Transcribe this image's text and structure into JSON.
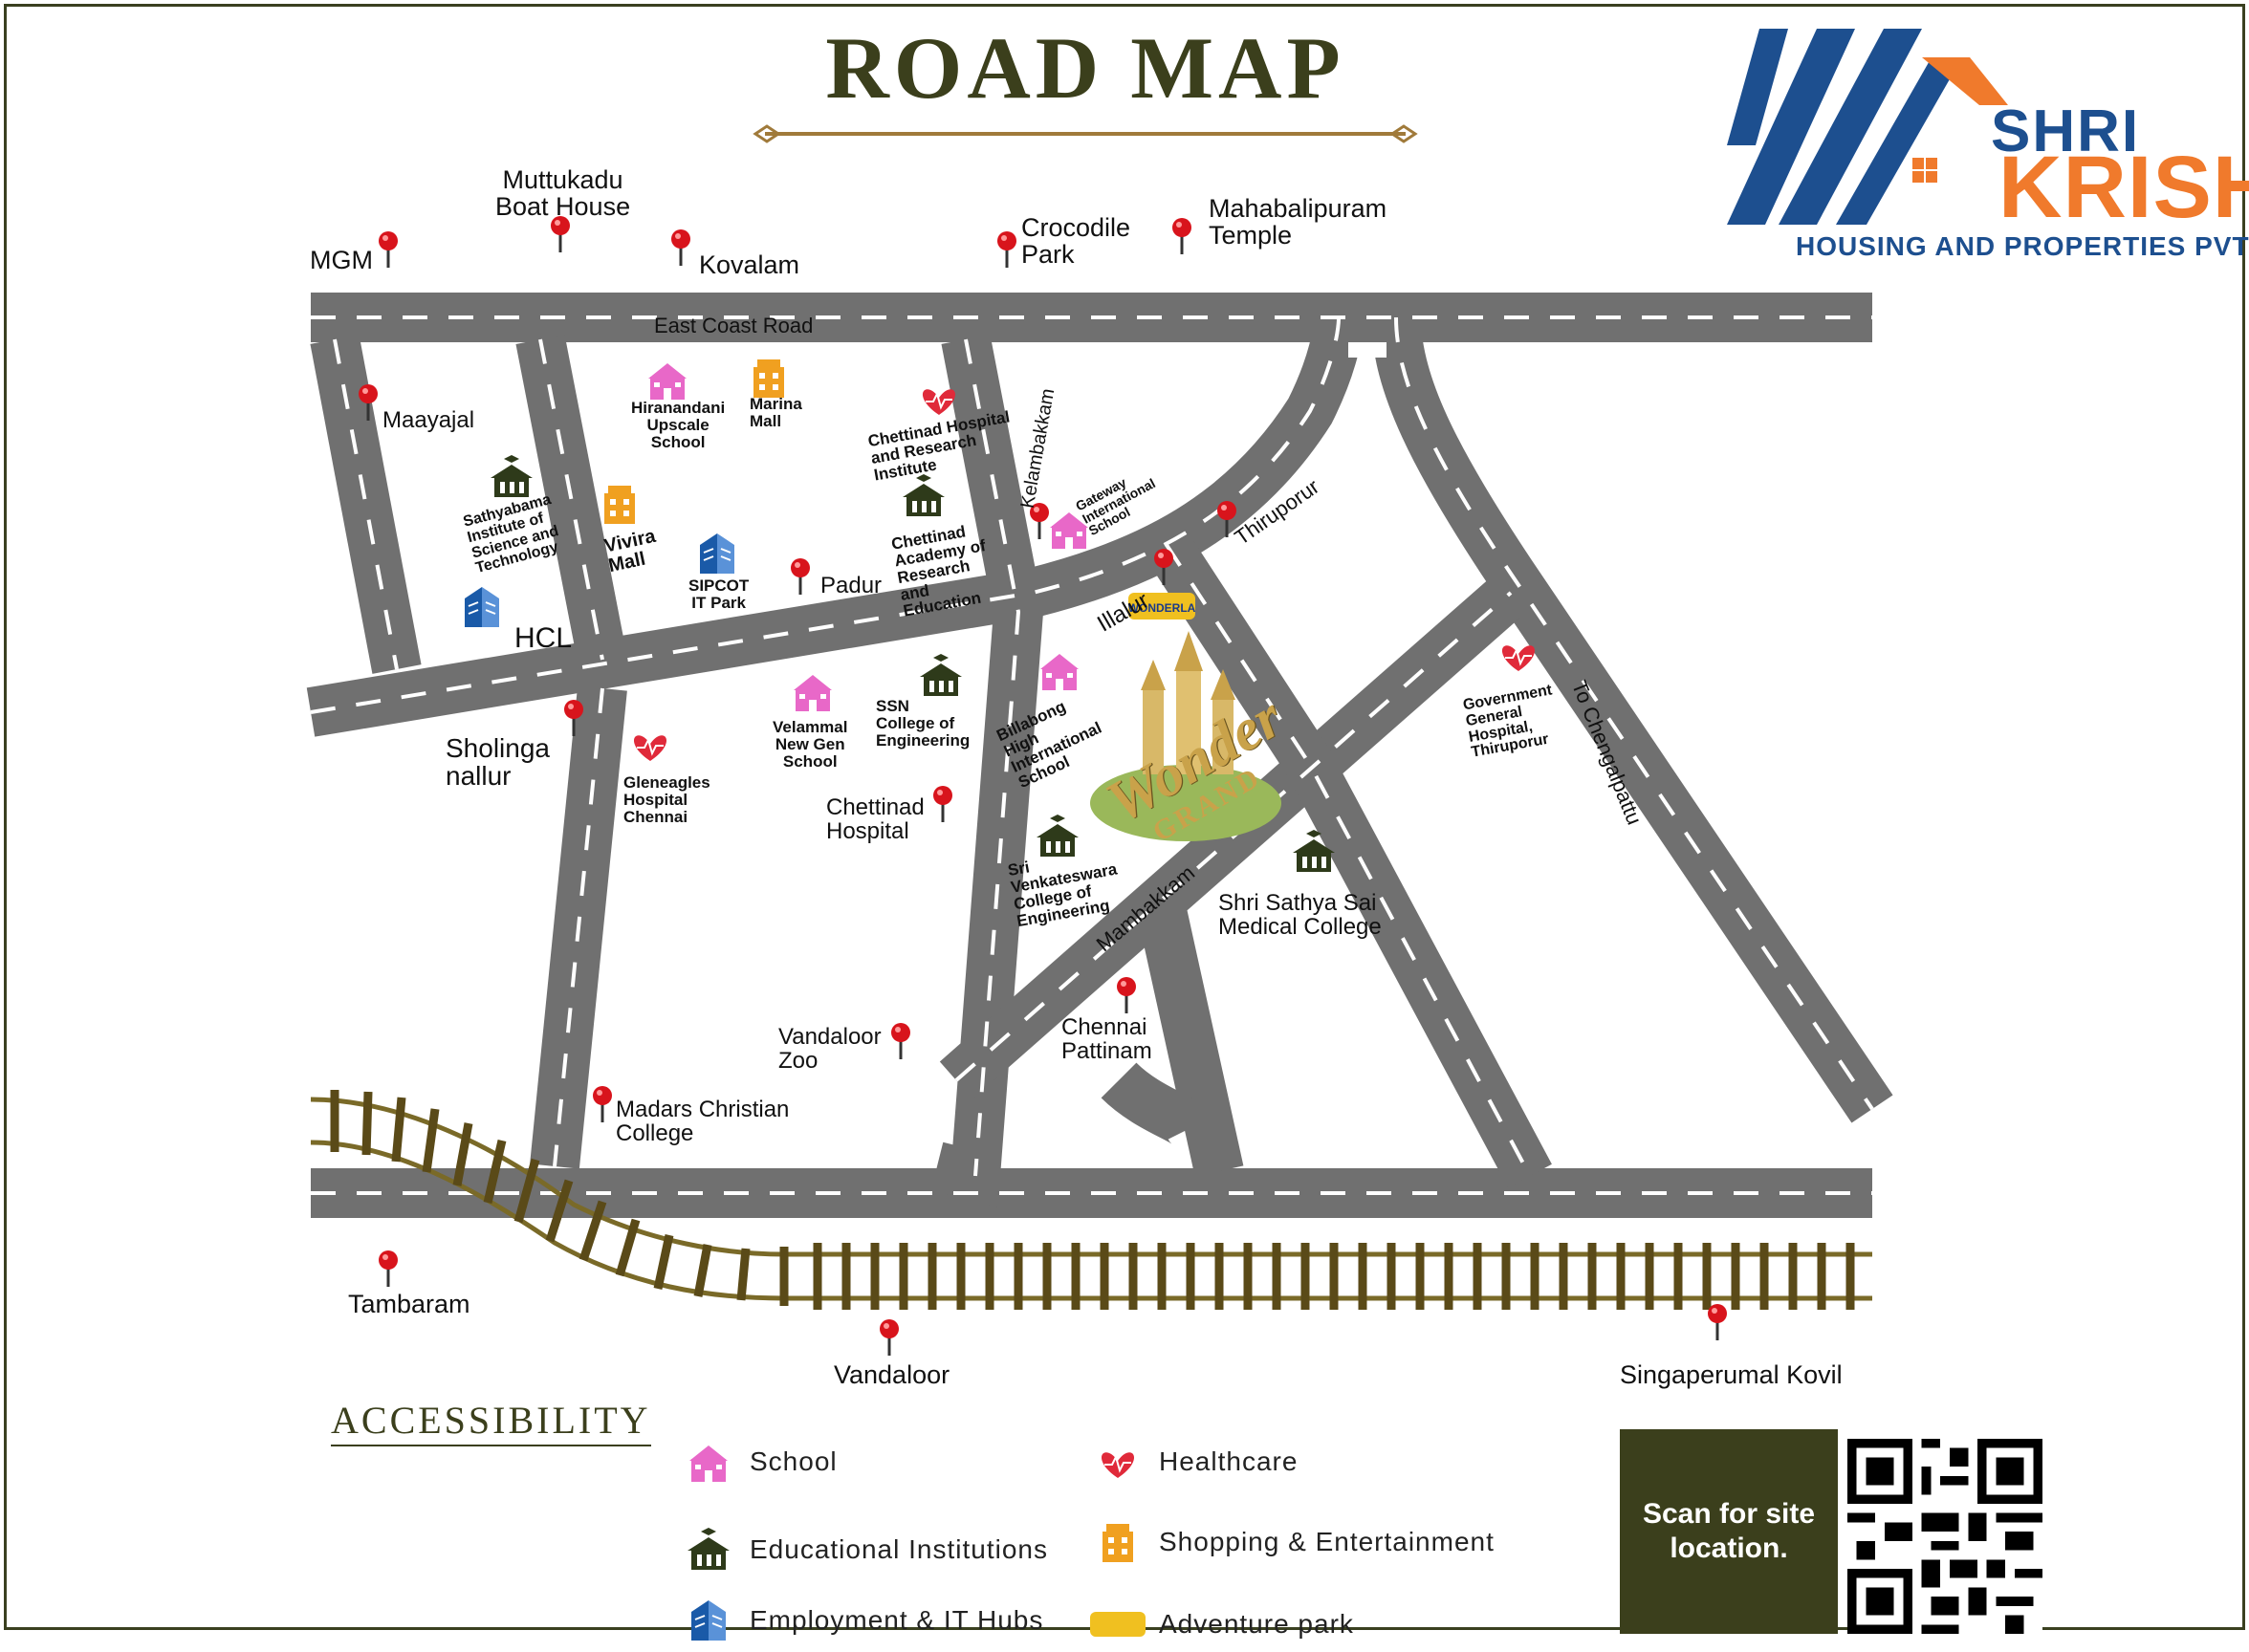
{
  "title": "ROAD MAP",
  "brand": {
    "line1": "SHRI",
    "line2": "KRISH",
    "tagline": "HOUSING AND PROPERTIES PVT LTD",
    "colors": {
      "blue": "#1d4f8f",
      "orange": "#f07a2c"
    }
  },
  "roads": {
    "ecr": "East Coast Road",
    "kelambakkam": "Kelambakkam",
    "thiruporur": "Thiruporur",
    "mambakkam": "Mambakkam",
    "chengalpattu": "To Chengalpattu"
  },
  "places": {
    "mgm": "MGM",
    "muttukadu": "Muttukadu\nBoat House",
    "kovalam": "Kovalam",
    "crocodile": "Crocodile\nPark",
    "mahabalipuram": "Mahabalipuram\nTemple",
    "maayajal": "Maayajal",
    "hiranandani": "Hiranandani\nUpscale\nSchool",
    "marina": "Marina\nMall",
    "chettinad_hosp_res": "Chettinad Hospital\nand Research\nInstitute",
    "gateway": "Gateway\nInternational\nSchool",
    "sathyabama": "Sathyabama\nInstitute of\nScience and\nTechnology",
    "vivira": "Vivira\nMall",
    "sipcot": "SIPCOT\nIT Park",
    "padur": "Padur",
    "chettinad_academy": "Chettinad\nAcademy of\nResearch\nand\nEducation",
    "illalur": "Illalur",
    "hcl": "HCL",
    "sholinga": "Sholinga\nnallur",
    "velammal": "Velammal\nNew Gen\nSchool",
    "ssn": "SSN\nCollege of\nEngineering",
    "billabong": "Billabong\nHigh\nInternational\nSchool",
    "gov_hospital": "Government\nGeneral\nHospital,\nThiruporur",
    "gleneagles": "Gleneagles\nHospital\nChennai",
    "chettinad_hospital": "Chettinad\nHospital",
    "sri_venkateswara": "Sri\nVenkateswara\nCollege of\nEngineering",
    "sathya_sai": "Shri Sathya Sai\nMedical College",
    "vandaloor_zoo": "Vandaloor\nZoo",
    "chennai_pattinam": "Chennai\nPattinam",
    "madras_christian": "Madars Christian\nCollege",
    "tambaram": "Tambaram",
    "vandaloor": "Vandaloor",
    "singaperumal": "Singaperumal Kovil"
  },
  "project": {
    "name": "Wonder",
    "sub": "GRAND"
  },
  "wonderla_badge": "WONDERLA",
  "accessibility": {
    "title": "ACCESSIBILITY",
    "items": [
      {
        "label": "School",
        "icon": "school-icon",
        "color": "#e868c8"
      },
      {
        "label": "Healthcare",
        "icon": "healthcare-icon",
        "color": "#e03040"
      },
      {
        "label": "Educational Institutions",
        "icon": "education-icon",
        "color": "#2e3a1a"
      },
      {
        "label": "Shopping & Entertainment",
        "icon": "mall-icon",
        "color": "#f0a020"
      },
      {
        "label": "Employment & IT Hubs",
        "icon": "it-hub-icon",
        "color": "#1a5aa8"
      },
      {
        "label": "Adventure park",
        "icon": "adventure-park-icon",
        "color": "#f0c020"
      }
    ]
  },
  "scan": {
    "text": "Scan for site location."
  }
}
